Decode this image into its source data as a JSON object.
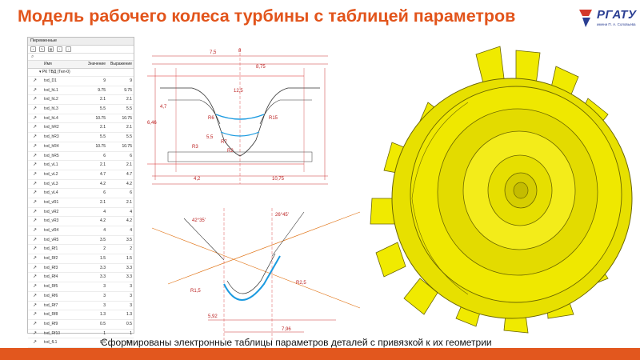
{
  "title": "Модель рабочего колеса турбины с таблицей параметров",
  "logo": {
    "name": "РГАТУ",
    "subtitle": "имени П. А. Соловьева"
  },
  "panel": {
    "title": "Переменные",
    "columns": [
      "Имя",
      "Значение",
      "Выражение"
    ],
    "group": "РК ТВД (Тел-0)",
    "rows": [
      {
        "name": "tvd_D1",
        "value": "9",
        "expr": "9"
      },
      {
        "name": "tvd_hL1",
        "value": "9.75",
        "expr": "9.75"
      },
      {
        "name": "tvd_hL2",
        "value": "2.1",
        "expr": "2.1"
      },
      {
        "name": "tvd_hL3",
        "value": "5.5",
        "expr": "5.5"
      },
      {
        "name": "tvd_hL4",
        "value": "10.75",
        "expr": "10.75"
      },
      {
        "name": "tvd_hR2",
        "value": "2.1",
        "expr": "2.1"
      },
      {
        "name": "tvd_hR3",
        "value": "5.5",
        "expr": "5.5"
      },
      {
        "name": "tvd_hR4",
        "value": "10.75",
        "expr": "10.75"
      },
      {
        "name": "tvd_hR5",
        "value": "6",
        "expr": "6"
      },
      {
        "name": "tvd_vL1",
        "value": "2.1",
        "expr": "2.1"
      },
      {
        "name": "tvd_vL2",
        "value": "4.7",
        "expr": "4.7"
      },
      {
        "name": "tvd_vL3",
        "value": "4.2",
        "expr": "4.2"
      },
      {
        "name": "tvd_vL4",
        "value": "6",
        "expr": "6"
      },
      {
        "name": "tvd_vR1",
        "value": "2.1",
        "expr": "2.1"
      },
      {
        "name": "tvd_vR2",
        "value": "4",
        "expr": "4"
      },
      {
        "name": "tvd_vR3",
        "value": "4.2",
        "expr": "4.2"
      },
      {
        "name": "tvd_vR4",
        "value": "4",
        "expr": "4"
      },
      {
        "name": "tvd_vR5",
        "value": "3.5",
        "expr": "3.5"
      },
      {
        "name": "tvd_Rf1",
        "value": "2",
        "expr": "2"
      },
      {
        "name": "tvd_Rf2",
        "value": "1.5",
        "expr": "1.5"
      },
      {
        "name": "tvd_Rf3",
        "value": "3.3",
        "expr": "3.3"
      },
      {
        "name": "tvd_Rf4",
        "value": "3.3",
        "expr": "3.3"
      },
      {
        "name": "tvd_Rf5",
        "value": "3",
        "expr": "3"
      },
      {
        "name": "tvd_Rf6",
        "value": "3",
        "expr": "3"
      },
      {
        "name": "tvd_Rf7",
        "value": "3",
        "expr": "3"
      },
      {
        "name": "tvd_Rf8",
        "value": "1.3",
        "expr": "1.3"
      },
      {
        "name": "tvd_Rf9",
        "value": "0.5",
        "expr": "0.5"
      },
      {
        "name": "tvd_Rf10",
        "value": "1",
        "expr": "1"
      },
      {
        "name": "tvd_fL1",
        "value": "0.5",
        "expr": "0.5"
      }
    ]
  },
  "drawing": {
    "dims": [
      "7,5",
      "8",
      "12,5",
      "8,75",
      "R6",
      "R15",
      "R3",
      "R2",
      "R7",
      "5,5",
      "4,2",
      "10,75",
      "6,46",
      "4,7",
      "42°35'",
      "26°45'",
      "5,92",
      "7,96",
      "R1,5",
      "R2,5"
    ]
  },
  "caption": "Сформированы электронные таблицы параметров деталей с привязкой к их геометрии",
  "colors": {
    "accent": "#e2541b",
    "brand": "#2b3f93",
    "turbine": "#f0ea00"
  }
}
